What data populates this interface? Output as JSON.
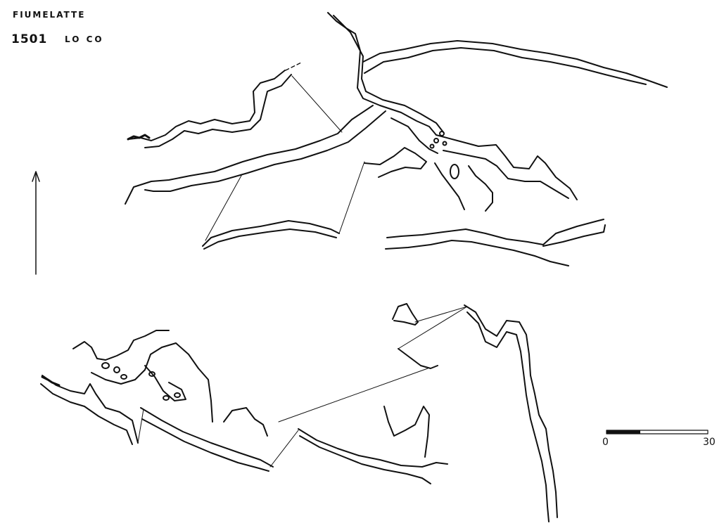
{
  "header": {
    "title": "FIUMELATTE",
    "cave_number": "1501",
    "region": "LO CO"
  },
  "scale_bar": {
    "min_label": "0",
    "max_label": "30"
  },
  "north_arrow": {
    "icon": "north-arrow-icon"
  },
  "colors": {
    "ink": "#111111",
    "paper": "#ffffff"
  }
}
